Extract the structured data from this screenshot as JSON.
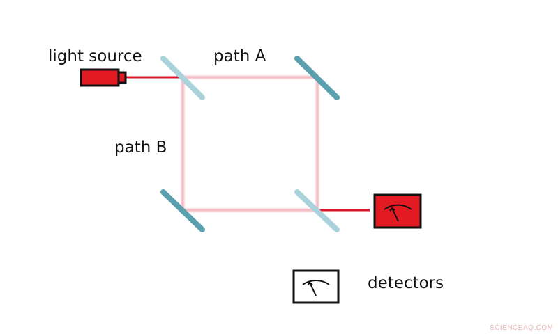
{
  "labels": {
    "light_source": "light source",
    "path_a": "path A",
    "path_b": "path B",
    "detectors": "detectors"
  },
  "watermark": "SCIENCEAQ.COM",
  "colors": {
    "beam_main": "#d9142a",
    "beam_faint": "#f2b3bd",
    "mirror_solid": "#5aa0ae",
    "mirror_split": "#a9d2da",
    "source_body": "#e21b23",
    "detector_active": "#e21b23",
    "detector_legend": "#ffffff",
    "outline": "#111111",
    "watermark": "#e8b7b7"
  },
  "icons": {
    "light_source": "laser-pointer-icon",
    "detector": "analog-meter-icon"
  }
}
